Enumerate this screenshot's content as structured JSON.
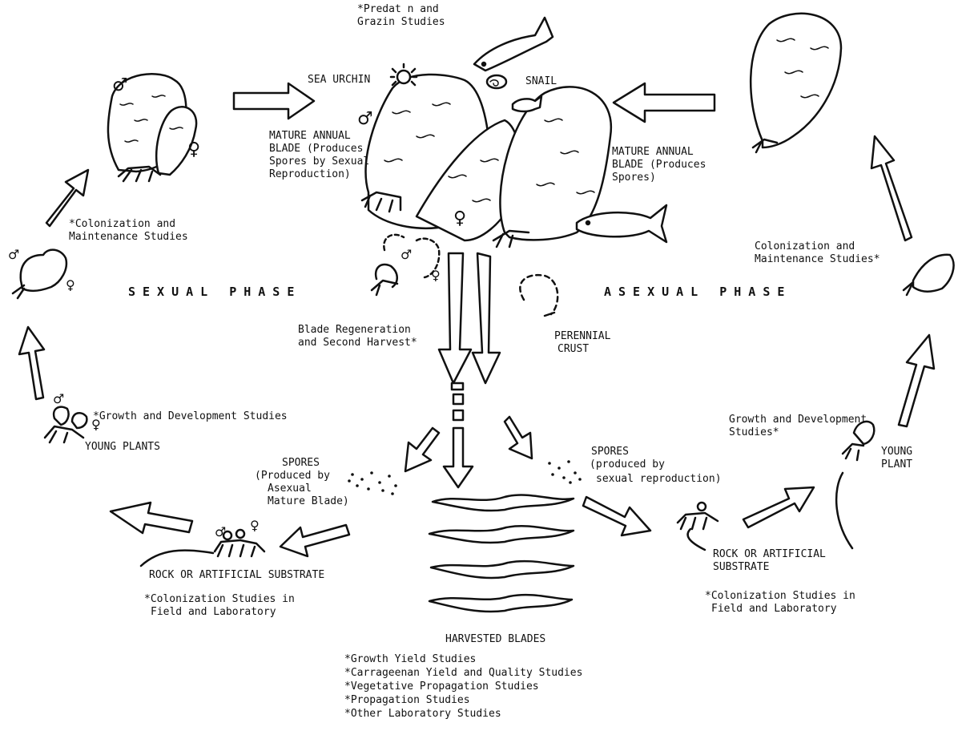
{
  "colors": {
    "ink": "#111111",
    "paper": "#ffffff"
  },
  "symbols": {
    "male": "♂",
    "female": "♀"
  },
  "icons": [
    "arrow-icon",
    "blade-icon",
    "fish-icon",
    "snail-icon",
    "sea-urchin-icon",
    "spores-icon",
    "rock-icon"
  ],
  "phases": {
    "sexual": "SEXUAL PHASE",
    "asexual": "ASEXUAL PHASE"
  },
  "top": {
    "predation": [
      "*Predat n and",
      "Grazin Studies"
    ],
    "sea_urchin": "SEA URCHIN",
    "snail": "SNAIL"
  },
  "center": {
    "mature_sexual": [
      "MATURE ANNUAL",
      "BLADE (Produces",
      "Spores by Sexual",
      "Reproduction)"
    ],
    "mature_asexual": [
      "MATURE ANNUAL",
      "BLADE (Produces",
      "Spores)"
    ],
    "regeneration": [
      "Blade Regeneration",
      "and Second Harvest*"
    ],
    "perennial": [
      "PERENNIAL",
      "CRUST"
    ]
  },
  "left": {
    "colonization": [
      "*Colonization and",
      "Maintenance Studies"
    ],
    "growth": "*Growth and Development Studies",
    "young_plants": "YOUNG PLANTS",
    "spores": [
      "SPORES",
      "(Produced by",
      "Asexual",
      "Mature Blade)"
    ],
    "substrate": "ROCK OR ARTIFICIAL SUBSTRATE",
    "colonization_field": [
      "*Colonization Studies in",
      "Field and Laboratory"
    ]
  },
  "right": {
    "colonization": [
      "Colonization and",
      "Maintenance Studies*"
    ],
    "growth": [
      "Growth and Development",
      "Studies*"
    ],
    "young_plant": [
      "YOUNG",
      "PLANT"
    ],
    "spores": [
      "SPORES",
      "(produced by",
      "sexual reproduction)"
    ],
    "substrate": [
      "ROCK OR ARTIFICIAL",
      "SUBSTRATE"
    ],
    "colonization_field": [
      "*Colonization Studies in",
      "Field and Laboratory"
    ]
  },
  "harvest": {
    "title": "HARVESTED BLADES",
    "studies": [
      "*Growth Yield Studies",
      "*Carrageenan Yield and Quality Studies",
      "*Vegetative Propagation Studies",
      "*Propagation Studies",
      "*Other Laboratory Studies"
    ]
  }
}
